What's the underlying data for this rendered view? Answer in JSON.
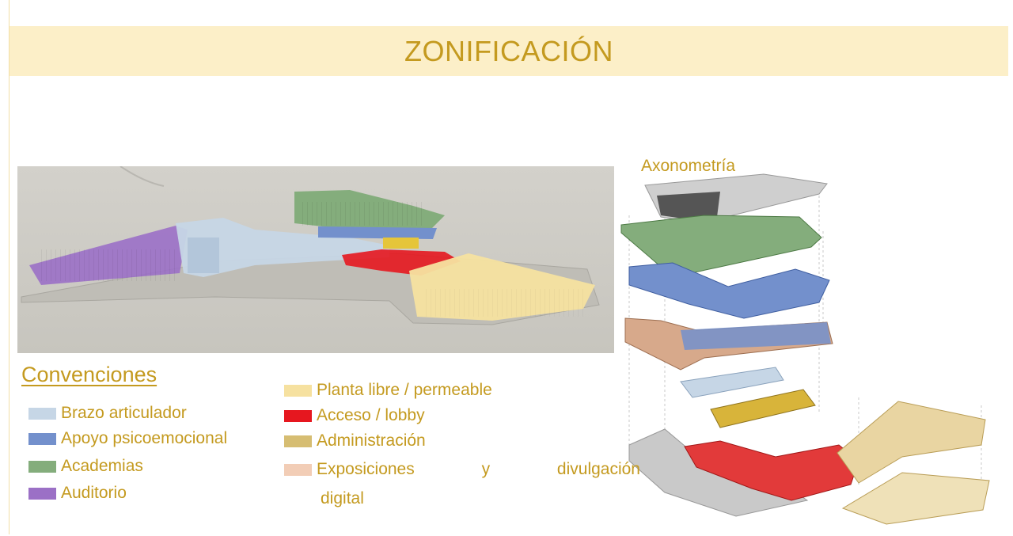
{
  "title": "ZONIFICACIÓN",
  "axonometry_label": "Axonometría",
  "conventions_title": "Convenciones",
  "legend_left": [
    {
      "label": "Brazo articulador",
      "color": "#c6d6e6"
    },
    {
      "label": "Apoyo psicoemocional",
      "color": "#7390cc"
    },
    {
      "label": "Academias",
      "color": "#84ad7c"
    },
    {
      "label": "Auditorio",
      "color": "#9b70c6"
    }
  ],
  "legend_right": [
    {
      "label": "Planta libre / permeable",
      "color": "#f6e1a0"
    },
    {
      "label": "Acceso / lobby",
      "color": "#e6171f"
    },
    {
      "label": "Administración",
      "color": "#d6bd72"
    },
    {
      "label": "Exposiciones y divulgación",
      "label_continued": "digital",
      "color": "#f2cdb6"
    }
  ],
  "colors": {
    "title_text": "#c49a1f",
    "title_band": "#fcefc8",
    "render_background": "#cfcdc6"
  },
  "icons": []
}
